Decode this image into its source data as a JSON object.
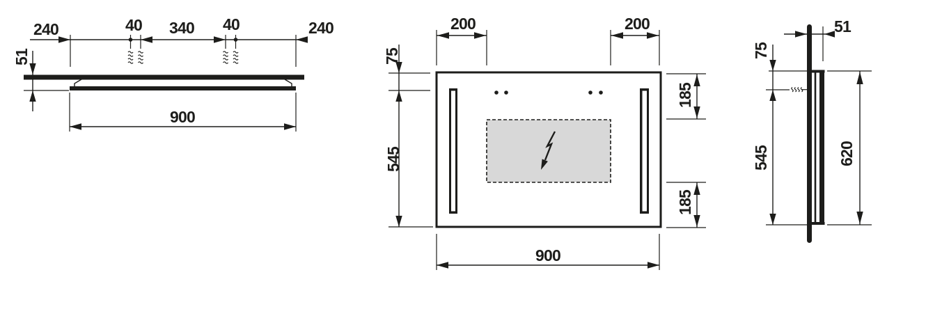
{
  "drawing_type": "mirror-technical-dimension-drawing",
  "top_view": {
    "dim_left": "240",
    "dim_pair_left": "40",
    "dim_span": "340",
    "dim_pair_right": "40",
    "dim_right": "240",
    "dim_depth": "51",
    "dim_width": "900"
  },
  "front_view": {
    "dim_inset_left": "200",
    "dim_inset_right": "200",
    "dim_top": "75",
    "dim_body": "545",
    "dim_zone_top": "185",
    "dim_zone_bottom": "185",
    "dim_width": "900"
  },
  "side_view": {
    "dim_depth": "51",
    "dim_top": "75",
    "dim_body": "545",
    "dim_height": "620"
  },
  "icons": {
    "electrical_connection": "lightning-bolt-icon"
  },
  "colors": {
    "line": "#1d1d1b",
    "electrical_zone_fill": "#d8d8d8",
    "background": "#ffffff"
  }
}
